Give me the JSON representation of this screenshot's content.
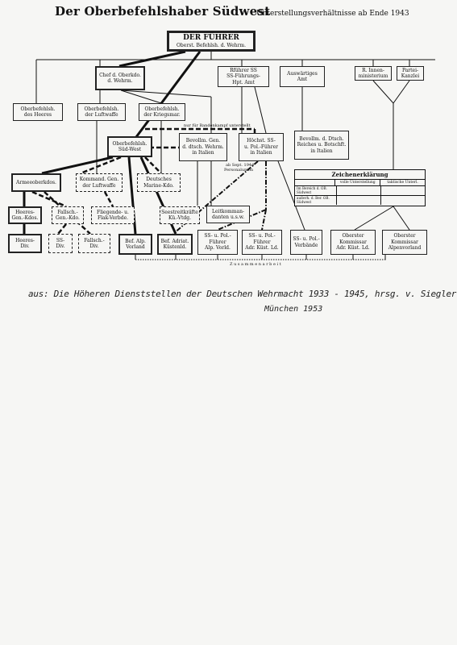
{
  "title": "Der Oberbefehlshaber Südwest",
  "subtitle": "Unterstellungsverhältnisse ab Ende 1943",
  "boxes": {
    "fuehrer": {
      "line1": "DER FÜHRER",
      "line2": "Oberst. Befehlsh. d. Wehrm."
    },
    "chef_okw": {
      "line1": "Chef d. Oberkdo.",
      "line2": "d. Wehrm."
    },
    "rfss": {
      "line1": "Rführer SS",
      "line2": "SS-Führungs-",
      "line3": "Hpt. Amt"
    },
    "auswaertiges": {
      "line1": "Auswärtiges",
      "line2": "Amt"
    },
    "innenmin": {
      "line1": "R. Innen-",
      "line2": "ministerium"
    },
    "partei": {
      "line1": "Partei-",
      "line2": "Kanzlei"
    },
    "ob_heer": {
      "line1": "Oberbefehlsh.",
      "line2": "des Heeres"
    },
    "ob_luftwaffe": {
      "line1": "Oberbefehlsh.",
      "line2": "der Luftwaffe"
    },
    "ob_kriegsmar": {
      "line1": "Oberbefehlsh.",
      "line2": "der Kriegsmar."
    },
    "ob_suedwest": {
      "line1": "Oberbefehlsh.",
      "line2": "Süd-West"
    },
    "bevollm_wehrm": {
      "line1": "Bevollm. Gen.",
      "line2": "d. dtsch. Wehrm.",
      "line3": "in Italien"
    },
    "hoechst_ss": {
      "line1": "Höchst. SS-",
      "line2": "u. Pol.-Führer",
      "line3": "in Italien"
    },
    "bevollm_reich": {
      "line1": "Bevollm. d. Dtsch.",
      "line2": "Reiches u. Botschft.",
      "line3": "in Italien"
    },
    "armeeoberkdos": {
      "line1": "Armeeoberkdos."
    },
    "kommand_gen": {
      "line1": "Kommand. Gen.",
      "line2": "der Luftwaffe"
    },
    "marine_kdo": {
      "line1": "Deutsches",
      "line2": "Marine-Kdo."
    },
    "heeres_gen": {
      "line1": "Heeres-",
      "line2": "Gen.-Kdos."
    },
    "fallsch_gen": {
      "line1": "Fallsch.-",
      "line2": "Gen.-Kdo."
    },
    "flak": {
      "line1": "Fliegende- u.",
      "line2": "Flak-Verbde."
    },
    "seestreit": {
      "line1": "Seestreitkräfte",
      "line2": "Kü.-Vtdg."
    },
    "leitkomm": {
      "line1": "Leitkomman-",
      "line2": "danten u.s.w."
    },
    "heeres_div": {
      "line1": "Heeres-",
      "line2": "Div."
    },
    "ss_div": {
      "line1": "SS-",
      "line2": "Div."
    },
    "fallsch_div": {
      "line1": "Fallsch.-",
      "line2": "Div."
    },
    "bef_alp": {
      "line1": "Bef. Alp.",
      "line2": "Vorland"
    },
    "bef_adriat": {
      "line1": "Bef. Adriat.",
      "line2": "Küstenld."
    },
    "sspol_alp": {
      "line1": "SS- u. Pol.-",
      "line2": "Führer",
      "line3": "Alp. Vorld."
    },
    "sspol_adr": {
      "line1": "SS- u. Pol.-",
      "line2": "Führer",
      "line3": "Adr. Küst. Ld."
    },
    "sspol_verb": {
      "line1": "SS- u. Pol.-",
      "line2": "Verbände"
    },
    "oberster_adr": {
      "line1": "Oberster",
      "line2": "Kommissar",
      "line3": "Adr. Küst. Ld."
    },
    "oberster_alp": {
      "line1": "Oberster",
      "line2": "Kommissar",
      "line3": "Alpenvorland"
    }
  },
  "labels": {
    "bandenkampf": "nur für Bandenkampf unterstellt",
    "ab_1944": "ab Sept. 1944",
    "personalunion": "Personalunion",
    "zusammenarbeit": "Z u s a m m e n a r b e i t"
  },
  "legend": {
    "title": "Zeichenerklärung",
    "col1": "volle Unterstellung",
    "col2": "taktische Unterl.",
    "row1": "Im Bereich d. OB. Südwest",
    "row2": "außerh. d. Ber. OB. Südwest"
  },
  "handwritten": {
    "line1": "aus: Die Höheren Dienststellen der Deutschen Wehrmacht 1933 - 1945, hrsg. v. Siegler",
    "line2": "München 1953"
  }
}
